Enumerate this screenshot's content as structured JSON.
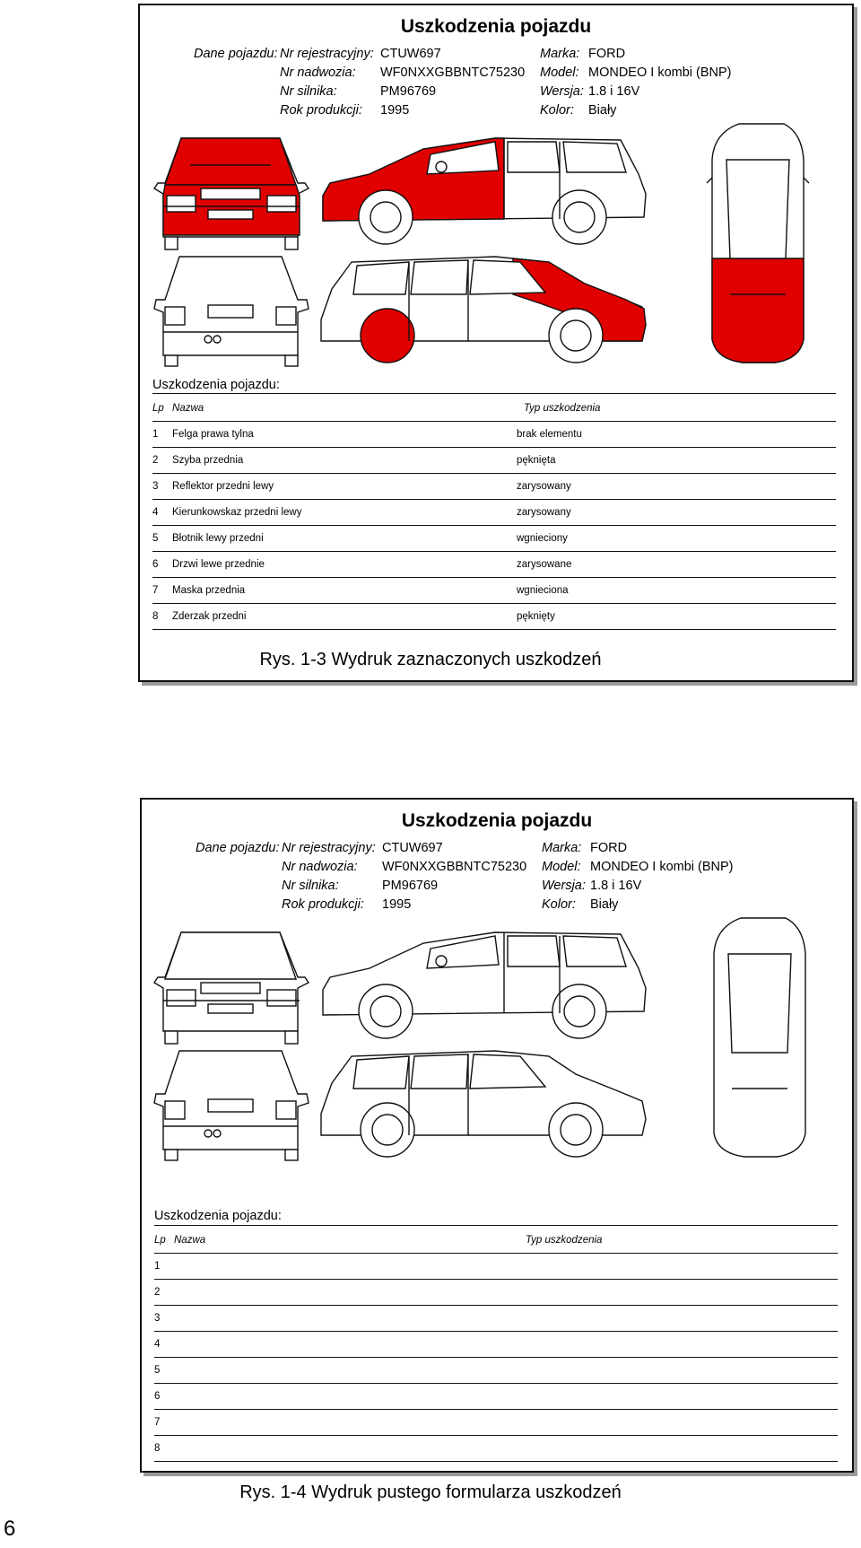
{
  "report_title": "Uszkodzenia pojazdu",
  "vehicle": {
    "section_label": "Dane pojazdu:",
    "reg_label": "Nr rejestracyjny:",
    "reg": "CTUW697",
    "vin_label": "Nr nadwozia:",
    "vin": "WF0NXXGBBNTC75230",
    "engine_label": "Nr silnika:",
    "engine": "PM96769",
    "year_label": "Rok produkcji:",
    "year": "1995",
    "make_label": "Marka:",
    "make": "FORD",
    "model_label": "Model:",
    "model": "MONDEO I kombi (BNP)",
    "version_label": "Wersja:",
    "version": "1.8 i 16V",
    "color_label": "Kolor:",
    "color": "Biały"
  },
  "damage_section_label": "Uszkodzenia pojazdu:",
  "table_headers": {
    "lp": "Lp",
    "name": "Nazwa",
    "type": "Typ uszkodzenia"
  },
  "damages": [
    {
      "lp": "1",
      "name": "Felga prawa tylna",
      "type": "brak elementu"
    },
    {
      "lp": "2",
      "name": "Szyba przednia",
      "type": "pęknięta"
    },
    {
      "lp": "3",
      "name": "Reflektor przedni lewy",
      "type": "zarysowany"
    },
    {
      "lp": "4",
      "name": "Kierunkowskaz przedni lewy",
      "type": "zarysowany"
    },
    {
      "lp": "5",
      "name": "Błotnik lewy przedni",
      "type": "wgnieciony"
    },
    {
      "lp": "6",
      "name": "Drzwi lewe przednie",
      "type": "zarysowane"
    },
    {
      "lp": "7",
      "name": "Maska przednia",
      "type": "wgnieciona"
    },
    {
      "lp": "8",
      "name": "Zderzak przedni",
      "type": "pęknięty"
    }
  ],
  "empty_rows": [
    "1",
    "2",
    "3",
    "4",
    "5",
    "6",
    "7",
    "8"
  ],
  "caption_1": "Rys. 1-3 Wydruk zaznaczonych uszkodzeń",
  "caption_2": "Rys. 1-4 Wydruk pustego formularza uszkodzeń",
  "page_number": "6",
  "colors": {
    "damage_fill": "#e00000",
    "line": "#111111",
    "frame_shadow": "#9a9a9a"
  }
}
